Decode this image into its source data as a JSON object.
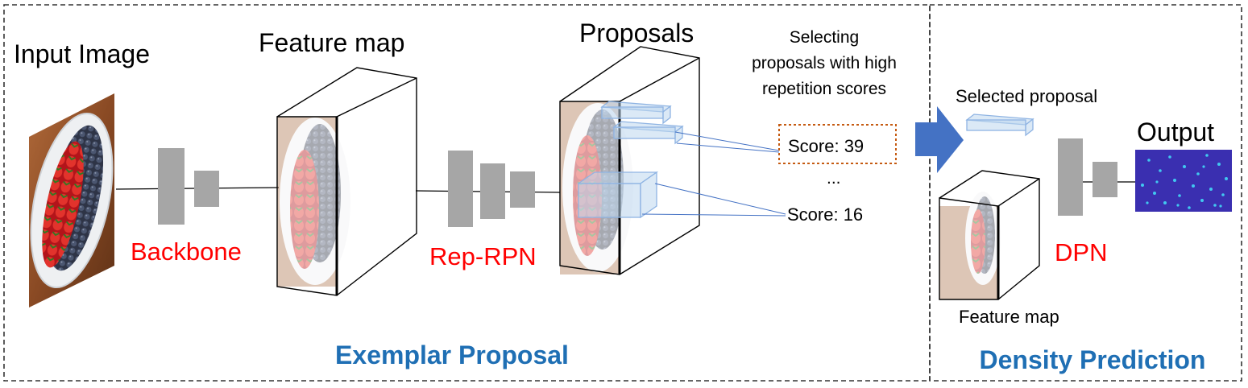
{
  "stages": {
    "input_title": "Input Image",
    "feature_title": "Feature map",
    "proposals_title": "Proposals",
    "output_title": "Output"
  },
  "modules": {
    "backbone": "Backbone",
    "rep_rpn": "Rep-RPN",
    "dpn": "DPN"
  },
  "selection": {
    "caption_line1": "Selecting",
    "caption_line2": "proposals with high",
    "caption_line3": "repetition scores",
    "score_top": "Score: 39",
    "ellipsis": "...",
    "score_bottom": "Score: 16"
  },
  "density": {
    "selected_label": "Selected proposal",
    "feature_map_label": "Feature map"
  },
  "sections": {
    "exemplar": "Exemplar Proposal",
    "density": "Density Prediction"
  },
  "colors": {
    "module_label": "#ff0000",
    "section_label": "#1f6fb4",
    "layer_block": "#a6a6a6",
    "score_box_border": "#c55a11",
    "arrow": "#4472c4",
    "density_map_bg": "#3a2fb0",
    "density_points": "#41c8f0"
  }
}
